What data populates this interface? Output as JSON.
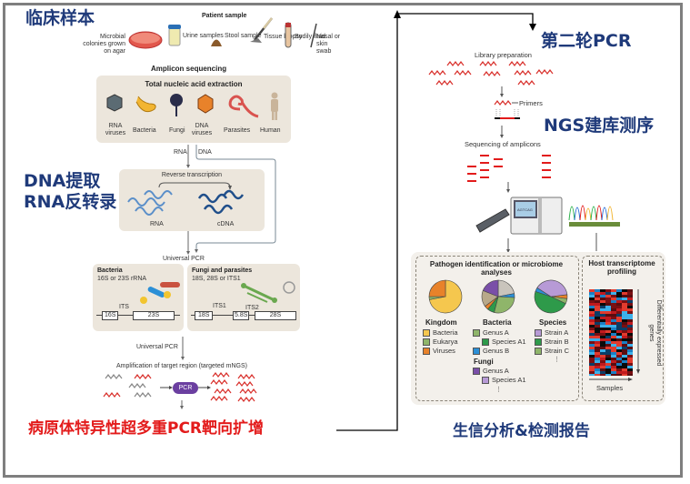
{
  "headings": {
    "clinical_sample": "临床样本",
    "extraction": [
      "DNA提取",
      "RNA反转录"
    ],
    "multiplex_pcr": "病原体特异性超多重PCR靶向扩增",
    "second_pcr": "第二轮PCR",
    "ngs_library": "NGS建库测序",
    "bioinfo": "生信分析&检测报告"
  },
  "patient_sample": {
    "title": "Patient sample",
    "items": [
      "Microbial colonies grown on agar",
      "Urine samples",
      "Stool sample",
      "Tissue biopsy",
      "Bodily fluid",
      "Nasal or skin swab"
    ]
  },
  "amplicon": {
    "title": "Amplicon sequencing",
    "extraction_title": "Total nucleic acid extraction",
    "organisms": [
      "RNA viruses",
      "Bacteria",
      "Fungi",
      "DNA viruses",
      "Parasites",
      "Human"
    ]
  },
  "rt": {
    "rna_label": "RNA",
    "dna_label": "DNA",
    "title": "Reverse transcription",
    "rna": "RNA",
    "cdna": "cDNA",
    "universal_pcr": "Universal PCR"
  },
  "targets": {
    "bacteria_title": "Bacteria",
    "bacteria_sub": "16S or 23S rRNA",
    "bacteria_genes": [
      "16S",
      "ITS",
      "23S"
    ],
    "fungi_title": "Fungi and parasites",
    "fungi_sub": "18S, 28S or ITS1",
    "fungi_genes": [
      "18S",
      "ITS1",
      "5.8S",
      "ITS2",
      "28S"
    ]
  },
  "amplification": {
    "universal_pcr": "Universal PCR",
    "title": "Amplification of target region (targeted mNGS)",
    "pcr_label": "PCR"
  },
  "library": {
    "title": "Library preparation",
    "primers": "Primers",
    "sequencing": "Sequencing of amplicons",
    "screen_text": "AGTCAG"
  },
  "analysis": {
    "pathogen_title": "Pathogen identification or microbiome analyses",
    "kingdom": {
      "title": "Kingdom",
      "legend": [
        {
          "label": "Bacteria",
          "color": "#f5c74e"
        },
        {
          "label": "Eukarya",
          "color": "#8fb56a"
        },
        {
          "label": "Viruses",
          "color": "#e8822a"
        }
      ],
      "slices": [
        0.72,
        0.03,
        0.25
      ]
    },
    "bacteria": {
      "title": "Bacteria",
      "legend": [
        {
          "label": "Genus A",
          "color": "#8fb56a",
          "indent": false
        },
        {
          "label": "Species A1",
          "color": "#2e9a4a",
          "indent": true
        },
        {
          "label": "Genus B",
          "color": "#2b8fd6",
          "indent": false
        }
      ],
      "fungi_title": "Fungi",
      "fungi_legend": [
        {
          "label": "Genus A",
          "color": "#7a4fa8",
          "indent": false
        },
        {
          "label": "Species A1",
          "color": "#b79ad6",
          "indent": true
        }
      ],
      "slices": [
        {
          "v": 0.22,
          "color": "#c9c4bc"
        },
        {
          "v": 0.04,
          "color": "#2b8fd6"
        },
        {
          "v": 0.28,
          "color": "#8fb56a"
        },
        {
          "v": 0.07,
          "color": "#2e9a4a"
        },
        {
          "v": 0.04,
          "color": "#e8822a"
        },
        {
          "v": 0.16,
          "color": "#b8a98a"
        },
        {
          "v": 0.19,
          "color": "#7a4fa8"
        }
      ]
    },
    "species": {
      "title": "Species",
      "legend": [
        {
          "label": "Strain A",
          "color": "#b79ad6"
        },
        {
          "label": "Strain B",
          "color": "#2e9a4a"
        },
        {
          "label": "Strain C",
          "color": "#8fb56a"
        }
      ],
      "slices": [
        {
          "v": 0.04,
          "color": "#e8822a"
        },
        {
          "v": 0.05,
          "color": "#8fb56a"
        },
        {
          "v": 0.48,
          "color": "#2e9a4a"
        },
        {
          "v": 0.04,
          "color": "#2b8fd6"
        },
        {
          "v": 0.39,
          "color": "#b79ad6"
        }
      ]
    },
    "host_title": "Host transcriptome profiling",
    "heatmap_ylabel": "Differentially expressed genes",
    "heatmap_xlabel": "Samples"
  }
}
